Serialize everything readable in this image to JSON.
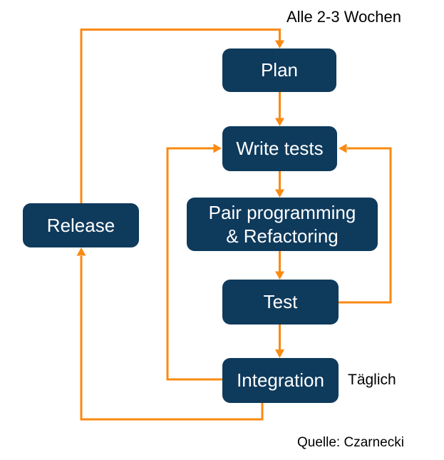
{
  "diagram": {
    "nodes": [
      {
        "id": "plan",
        "label": "Plan"
      },
      {
        "id": "write-tests",
        "label": "Write tests"
      },
      {
        "id": "pair",
        "label": "Pair programming\n& Refactoring"
      },
      {
        "id": "test",
        "label": "Test"
      },
      {
        "id": "integration",
        "label": "Integration"
      },
      {
        "id": "release",
        "label": "Release"
      }
    ],
    "annotations": {
      "cycle": "Alle 2-3 Wochen",
      "daily": "Täglich",
      "source": "Quelle: Czarnecki"
    },
    "edges": [
      "release -> plan",
      "plan -> write-tests",
      "write-tests -> pair",
      "pair -> test",
      "test -> integration",
      "test -> write-tests",
      "integration -> write-tests",
      "integration -> release"
    ],
    "colors": {
      "node_fill": "#0e3a5c",
      "node_text": "#ffffff",
      "arrow": "#fa8a12",
      "label_text": "#000000"
    }
  }
}
